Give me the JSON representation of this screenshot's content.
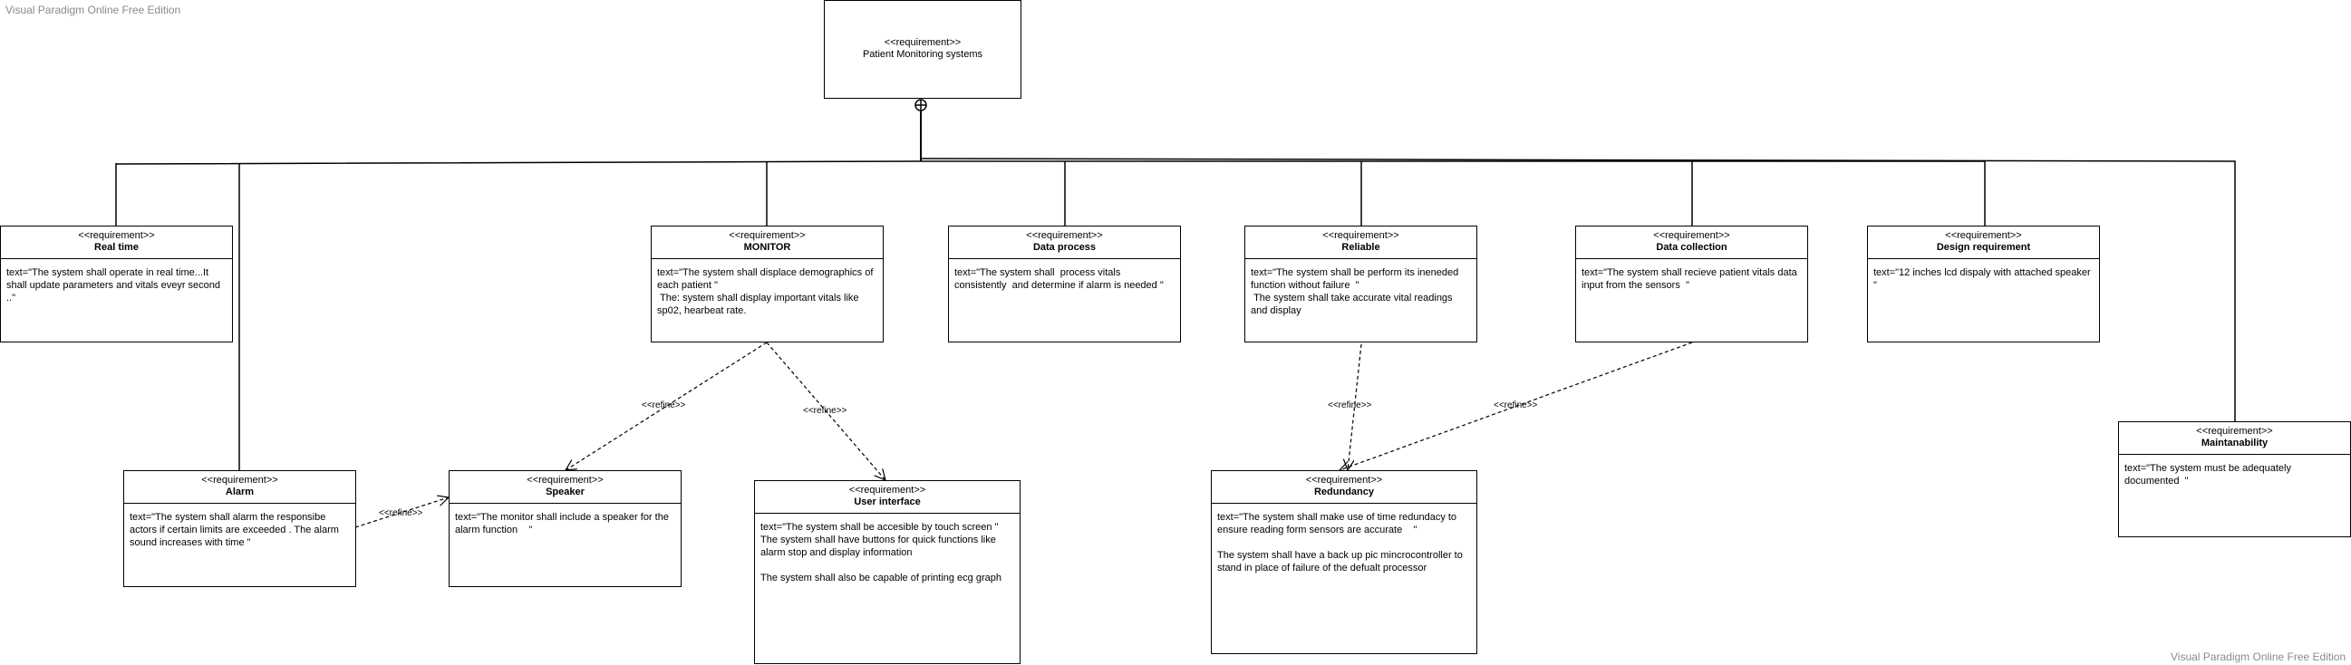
{
  "watermark": "Visual Paradigm Online Free Edition",
  "stereotype": "<<requirement>>",
  "relation_label": "<<refine>>",
  "root": {
    "name": "Patient Monitoring systems"
  },
  "requirements": {
    "real_time": {
      "name": "Real time",
      "text": "text=\"The system shall operate in real time...It shall update parameters and vitals eveyr second  ..\""
    },
    "monitor": {
      "name": "MONITOR",
      "text": "text=\"The system shall displace demographics of each patient \"\n The: system shall display important vitals like sp02, hearbeat rate."
    },
    "data_process": {
      "name": "Data process",
      "text": "text=\"The system shall  process vitals consistently  and determine if alarm is needed \""
    },
    "reliable": {
      "name": "Reliable",
      "text": "text=\"The system shall be perform its ineneded function without failure  \"\n The system shall take accurate vital readings and display"
    },
    "data_collection": {
      "name": "Data collection",
      "text": "text=\"The system shall recieve patient vitals data input from the sensors  \""
    },
    "design_requirement": {
      "name": "Design requirement",
      "text": "text=\"12 inches lcd dispaly with attached speaker  \""
    },
    "alarm": {
      "name": "Alarm",
      "text": "text=\"The system shall alarm the responsibe actors if certain limits are exceeded . The alarm sound increases with time \""
    },
    "speaker": {
      "name": "Speaker",
      "text": "text=\"The monitor shall include a speaker for the alarm function    \""
    },
    "user_interface": {
      "name": "User interface",
      "text": "text=\"The system shall be accesible by touch screen \"\nThe system shall have buttons for quick functions like alarm stop and display information\n\nThe system shall also be capable of printing ecg graph"
    },
    "redundancy": {
      "name": "Redundancy",
      "text": "text=\"The system shall make use of time redundacy to ensure reading form sensors are accurate    \"\n\nThe system shall have a back up pic mincrocontroller to stand in place of failure of the defualt processor"
    },
    "maintanability": {
      "name": "Maintanability",
      "text": "text=\"The system must be adequately documented  \""
    }
  }
}
